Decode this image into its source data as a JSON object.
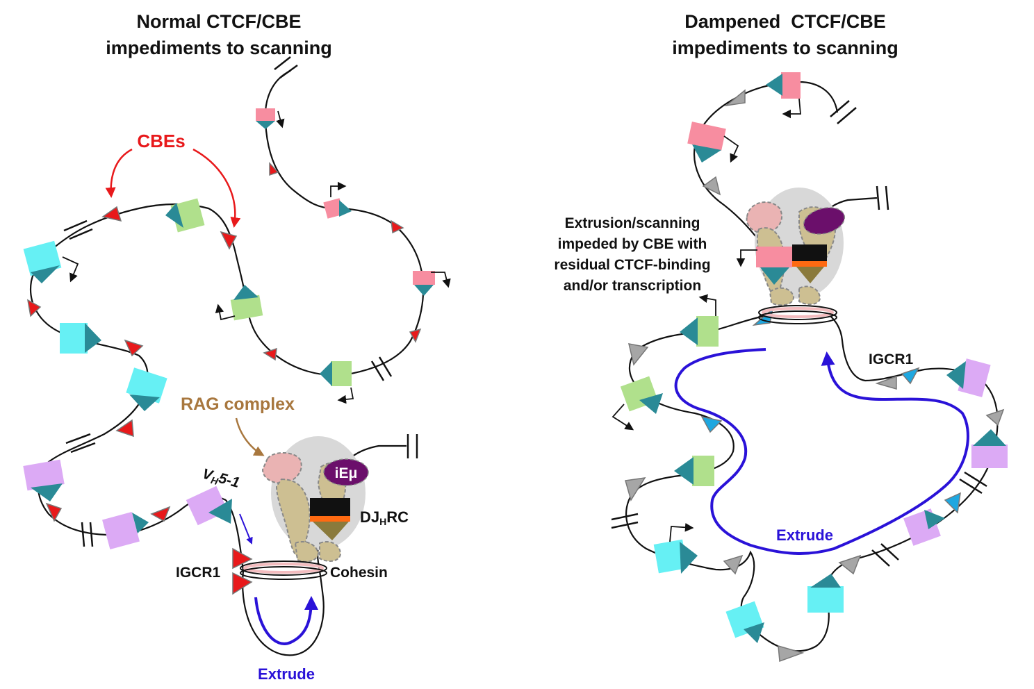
{
  "left_panel": {
    "title_line1": "Normal CTCF/CBE",
    "title_line2": "impediments to scanning",
    "cbes_label": "CBEs",
    "rag_label": "RAG complex",
    "vh_label_main": "V",
    "vh_label_sub": "H",
    "vh_label_tail": "5-1",
    "iemu_label": "iEμ",
    "djhrc_label_main": "DJ",
    "djhrc_label_sub": "H",
    "djhrc_label_tail": "RC",
    "igcr1_label": "IGCR1",
    "cohesin_label": "Cohesin",
    "extrude_label": "Extrude"
  },
  "right_panel": {
    "title_line1": "Dampened  CTCF/CBE",
    "title_line2": "impediments to scanning",
    "note_lines": [
      "Extrusion/scanning",
      "impeded by CBE with",
      "residual CTCF-binding",
      "and/or transcription"
    ],
    "igcr1_label": "IGCR1",
    "extrude_label": "Extrude"
  },
  "colors": {
    "cbe_red": "#e8191b",
    "cbe_gray": "#a6a6a6",
    "cbe_blue": "#1ea7e0",
    "ctcf_teal": "#2a8a96",
    "gene_cyan": "#66f0f4",
    "gene_green": "#b0e08c",
    "gene_pink": "#f78da0",
    "gene_lilac": "#dcaaf5",
    "extrude_blue": "#2a12d8",
    "rag_brown": "#a8773e",
    "iemu_purple": "#6b0f6b",
    "cohesin_ring": "#f3bcbf"
  }
}
